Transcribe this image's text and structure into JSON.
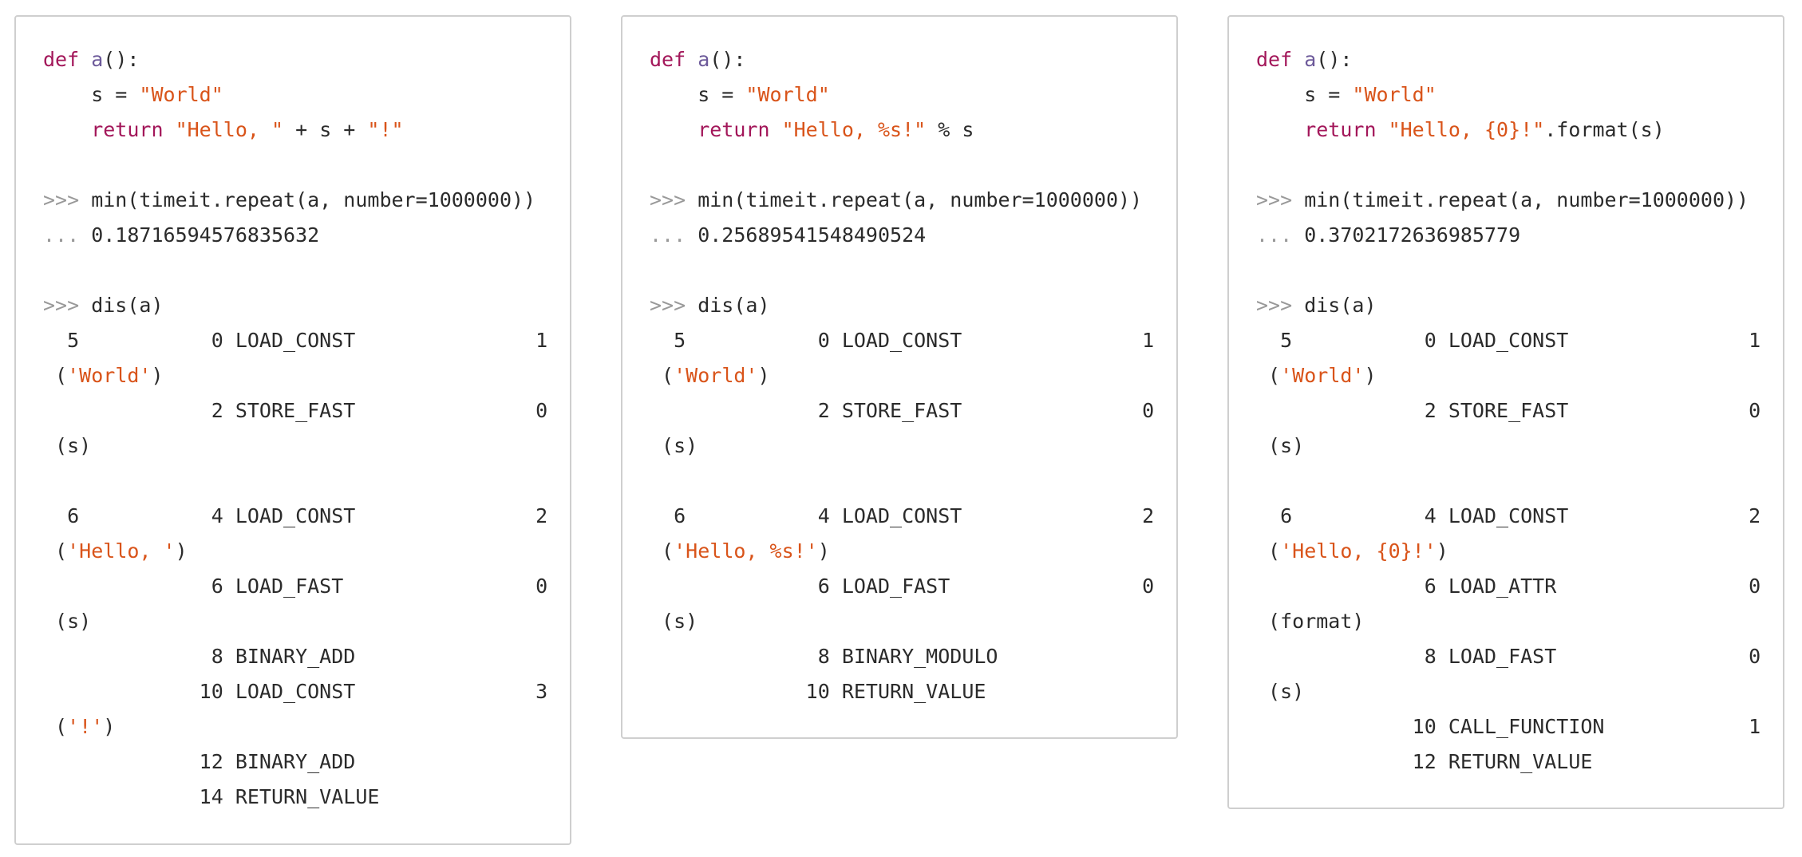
{
  "panels": [
    {
      "lines": [
        [
          [
            "kw",
            "def"
          ],
          [
            "pl",
            " "
          ],
          [
            "fn",
            "a"
          ],
          [
            "pl",
            "():"
          ]
        ],
        [
          [
            "pl",
            "    s = "
          ],
          [
            "str",
            "\"World\""
          ]
        ],
        [
          [
            "kw",
            "    return"
          ],
          [
            "pl",
            " "
          ],
          [
            "str",
            "\"Hello, \""
          ],
          [
            "pl",
            " + s + "
          ],
          [
            "str",
            "\"!\""
          ]
        ],
        [],
        [
          [
            "pr",
            ">>>"
          ],
          [
            "pl",
            " min(timeit.repeat(a, number=1000000))"
          ]
        ],
        [
          [
            "pr",
            "..."
          ],
          [
            "pl",
            " 0.18716594576835632"
          ]
        ],
        [],
        [
          [
            "pr",
            ">>>"
          ],
          [
            "pl",
            " dis(a)"
          ]
        ],
        [
          [
            "pl",
            "  5           0 LOAD_CONST               1"
          ]
        ],
        [
          [
            "pl",
            " ("
          ],
          [
            "str",
            "'World'"
          ],
          [
            "pl",
            ")"
          ]
        ],
        [
          [
            "pl",
            "              2 STORE_FAST               0"
          ]
        ],
        [
          [
            "pl",
            " (s)"
          ]
        ],
        [],
        [
          [
            "pl",
            "  6           4 LOAD_CONST               2"
          ]
        ],
        [
          [
            "pl",
            " ("
          ],
          [
            "str",
            "'Hello, '"
          ],
          [
            "pl",
            ")"
          ]
        ],
        [
          [
            "pl",
            "              6 LOAD_FAST                0"
          ]
        ],
        [
          [
            "pl",
            " (s)"
          ]
        ],
        [
          [
            "pl",
            "              8 BINARY_ADD"
          ]
        ],
        [
          [
            "pl",
            "             10 LOAD_CONST               3"
          ]
        ],
        [
          [
            "pl",
            " ("
          ],
          [
            "str",
            "'!'"
          ],
          [
            "pl",
            ")"
          ]
        ],
        [
          [
            "pl",
            "             12 BINARY_ADD"
          ]
        ],
        [
          [
            "pl",
            "             14 RETURN_VALUE"
          ]
        ]
      ]
    },
    {
      "lines": [
        [
          [
            "kw",
            "def"
          ],
          [
            "pl",
            " "
          ],
          [
            "fn",
            "a"
          ],
          [
            "pl",
            "():"
          ]
        ],
        [
          [
            "pl",
            "    s = "
          ],
          [
            "str",
            "\"World\""
          ]
        ],
        [
          [
            "kw",
            "    return"
          ],
          [
            "pl",
            " "
          ],
          [
            "str",
            "\"Hello, %s!\""
          ],
          [
            "pl",
            " % s"
          ]
        ],
        [],
        [
          [
            "pr",
            ">>>"
          ],
          [
            "pl",
            " min(timeit.repeat(a, number=1000000))"
          ]
        ],
        [
          [
            "pr",
            "..."
          ],
          [
            "pl",
            " 0.25689541548490524"
          ]
        ],
        [],
        [
          [
            "pr",
            ">>>"
          ],
          [
            "pl",
            " dis(a)"
          ]
        ],
        [
          [
            "pl",
            "  5           0 LOAD_CONST               1"
          ]
        ],
        [
          [
            "pl",
            " ("
          ],
          [
            "str",
            "'World'"
          ],
          [
            "pl",
            ")"
          ]
        ],
        [
          [
            "pl",
            "              2 STORE_FAST               0"
          ]
        ],
        [
          [
            "pl",
            " (s)"
          ]
        ],
        [],
        [
          [
            "pl",
            "  6           4 LOAD_CONST               2"
          ]
        ],
        [
          [
            "pl",
            " ("
          ],
          [
            "str",
            "'Hello, %s!'"
          ],
          [
            "pl",
            ")"
          ]
        ],
        [
          [
            "pl",
            "              6 LOAD_FAST                0"
          ]
        ],
        [
          [
            "pl",
            " (s)"
          ]
        ],
        [
          [
            "pl",
            "              8 BINARY_MODULO"
          ]
        ],
        [
          [
            "pl",
            "             10 RETURN_VALUE"
          ]
        ]
      ]
    },
    {
      "lines": [
        [
          [
            "kw",
            "def"
          ],
          [
            "pl",
            " "
          ],
          [
            "fn",
            "a"
          ],
          [
            "pl",
            "():"
          ]
        ],
        [
          [
            "pl",
            "    s = "
          ],
          [
            "str",
            "\"World\""
          ]
        ],
        [
          [
            "kw",
            "    return"
          ],
          [
            "pl",
            " "
          ],
          [
            "str",
            "\"Hello, {0}!\""
          ],
          [
            "pl",
            ".format(s)"
          ]
        ],
        [],
        [
          [
            "pr",
            ">>>"
          ],
          [
            "pl",
            " min(timeit.repeat(a, number=1000000))"
          ]
        ],
        [
          [
            "pr",
            "..."
          ],
          [
            "pl",
            " 0.3702172636985779"
          ]
        ],
        [],
        [
          [
            "pr",
            ">>>"
          ],
          [
            "pl",
            " dis(a)"
          ]
        ],
        [
          [
            "pl",
            "  5           0 LOAD_CONST               1"
          ]
        ],
        [
          [
            "pl",
            " ("
          ],
          [
            "str",
            "'World'"
          ],
          [
            "pl",
            ")"
          ]
        ],
        [
          [
            "pl",
            "              2 STORE_FAST               0"
          ]
        ],
        [
          [
            "pl",
            " (s)"
          ]
        ],
        [],
        [
          [
            "pl",
            "  6           4 LOAD_CONST               2"
          ]
        ],
        [
          [
            "pl",
            " ("
          ],
          [
            "str",
            "'Hello, {0}!'"
          ],
          [
            "pl",
            ")"
          ]
        ],
        [
          [
            "pl",
            "              6 LOAD_ATTR                0"
          ]
        ],
        [
          [
            "pl",
            " (format)"
          ]
        ],
        [
          [
            "pl",
            "              8 LOAD_FAST                0"
          ]
        ],
        [
          [
            "pl",
            " (s)"
          ]
        ],
        [
          [
            "pl",
            "             10 CALL_FUNCTION            1"
          ]
        ],
        [
          [
            "pl",
            "             12 RETURN_VALUE"
          ]
        ]
      ]
    }
  ]
}
